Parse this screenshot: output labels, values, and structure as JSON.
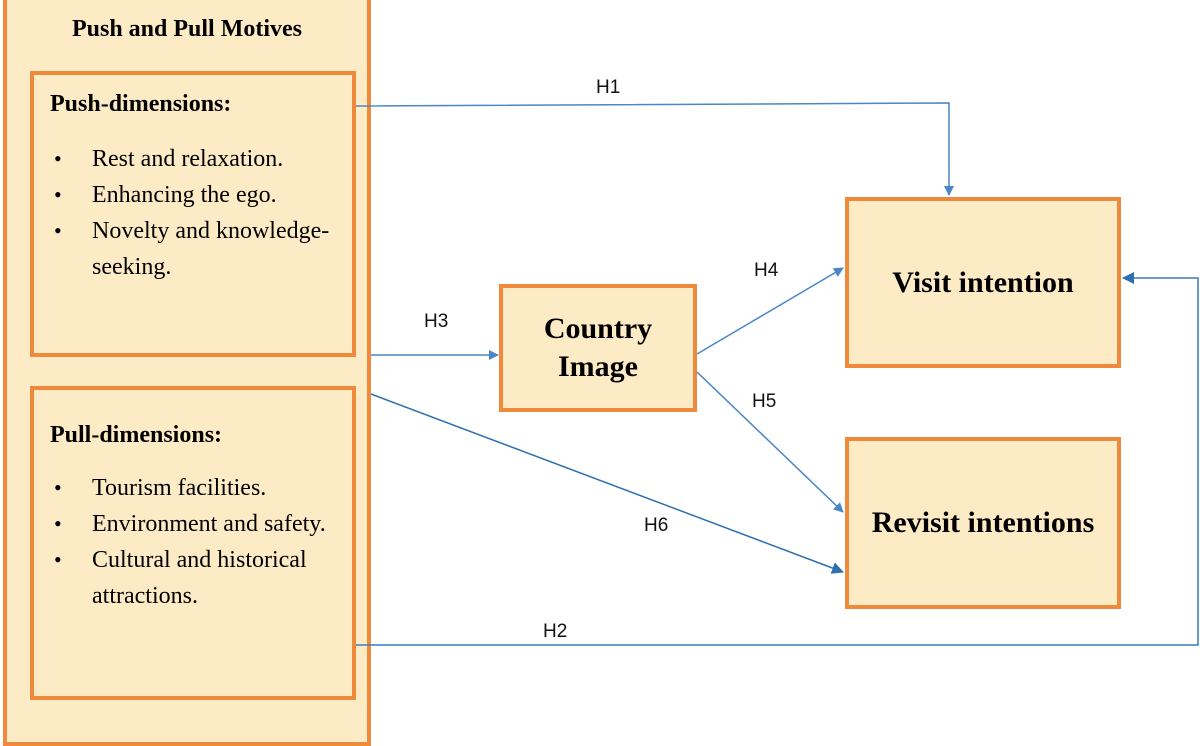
{
  "outer_title": "Push and Pull Motives",
  "push": {
    "title": "Push-dimensions:",
    "items": [
      "Rest and relaxation.",
      "Enhancing the ego.",
      "Novelty and knowledge-seeking."
    ]
  },
  "pull": {
    "title": "Pull-dimensions:",
    "items": [
      "Tourism facilities.",
      "Environment and safety.",
      "Cultural and historical attractions."
    ]
  },
  "country_image": {
    "line1": "Country",
    "line2": "Image"
  },
  "visit_intention": "Visit intention",
  "revisit_intentions": "Revisit intentions",
  "hypotheses": {
    "h1": "H1",
    "h2": "H2",
    "h3": "H3",
    "h4": "H4",
    "h5": "H5",
    "h6": "H6"
  },
  "colors": {
    "box_fill": "#fdebc6",
    "box_border": "#ef8a3c",
    "arrow": "#4a86c8"
  }
}
